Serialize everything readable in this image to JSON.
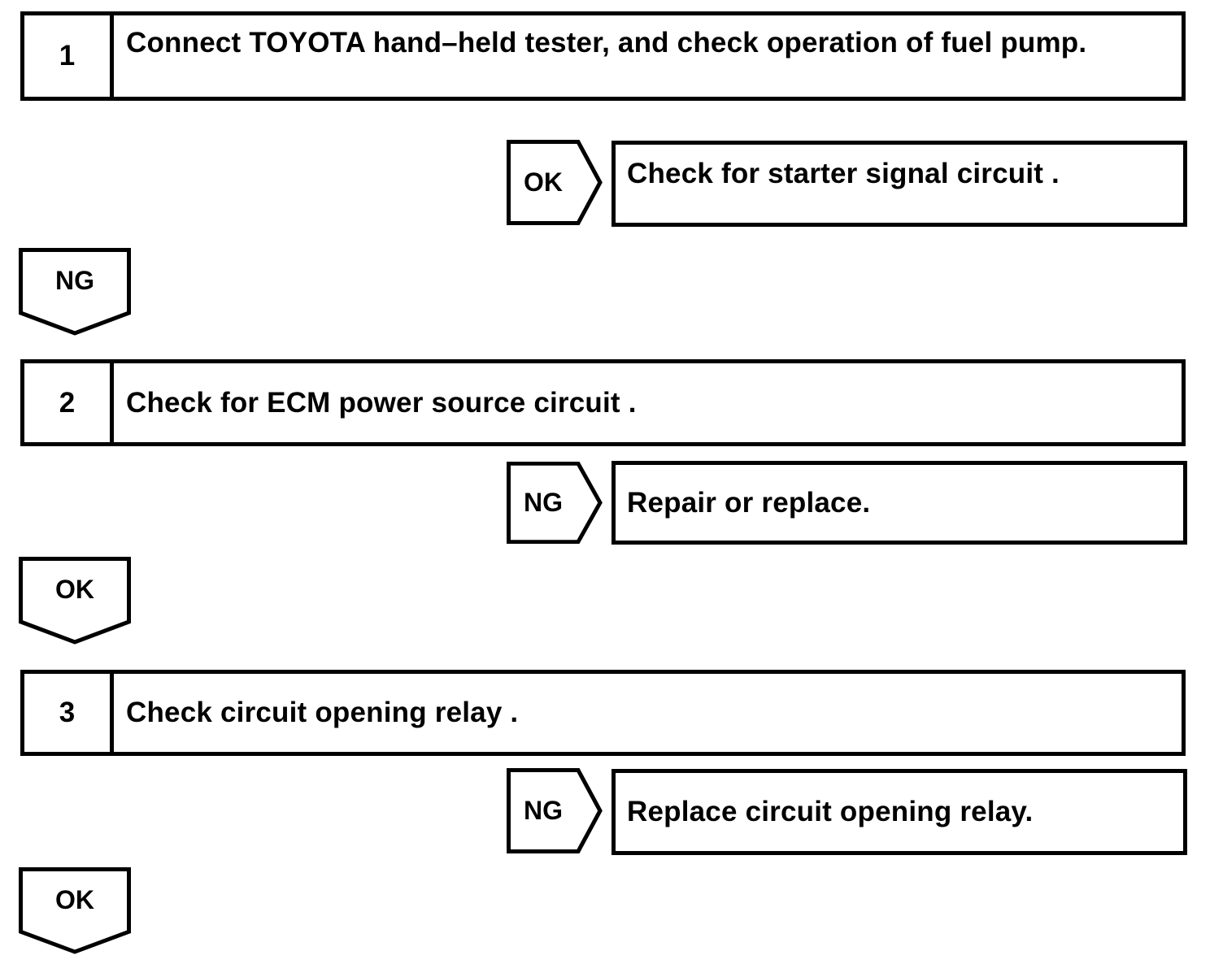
{
  "page": {
    "background_color": "#ffffff",
    "ink_color": "#000000"
  },
  "flowchart": {
    "steps": [
      {
        "number": "1",
        "instruction": "Connect TOYOTA hand–held tester, and check operation of fuel pump."
      },
      {
        "number": "2",
        "instruction": "Check for ECM power source circuit ."
      },
      {
        "number": "3",
        "instruction": "Check circuit opening relay ."
      }
    ],
    "branches": [
      {
        "result": "OK",
        "action": "Check for starter signal circuit ."
      },
      {
        "result": "NG",
        "action": "Repair or replace."
      },
      {
        "result": "NG",
        "action": "Replace circuit opening relay."
      }
    ],
    "connectors": [
      {
        "result": "NG"
      },
      {
        "result": "OK"
      },
      {
        "result": "OK"
      }
    ]
  }
}
